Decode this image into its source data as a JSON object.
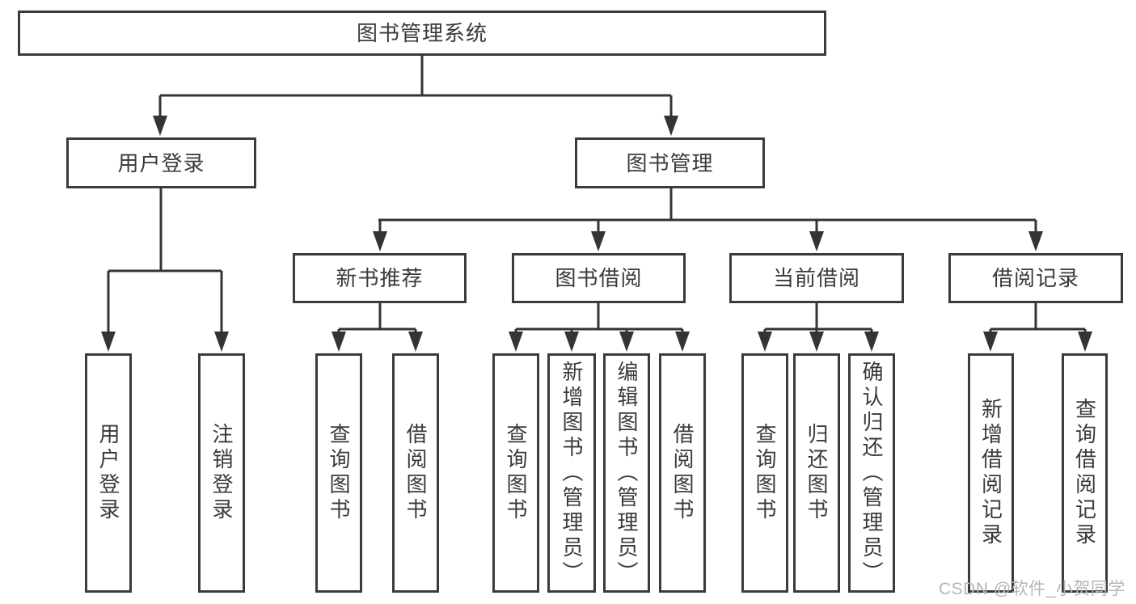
{
  "tree": {
    "root": {
      "label": "图书管理系统"
    },
    "branches": [
      {
        "label": "用户登录",
        "children": [
          {
            "label": "用户登录"
          },
          {
            "label": "注销登录"
          }
        ]
      },
      {
        "label": "图书管理",
        "sections": [
          {
            "label": "新书推荐",
            "children": [
              {
                "label": "查询图书"
              },
              {
                "label": "借阅图书"
              }
            ]
          },
          {
            "label": "图书借阅",
            "children": [
              {
                "label": "查询图书"
              },
              {
                "label": "新增图书（管理员）"
              },
              {
                "label": "编辑图书（管理员）"
              },
              {
                "label": "借阅图书"
              }
            ]
          },
          {
            "label": "当前借阅",
            "children": [
              {
                "label": "查询图书"
              },
              {
                "label": "归还图书"
              },
              {
                "label": "确认归还（管理员）"
              }
            ]
          },
          {
            "label": "借阅记录",
            "children": [
              {
                "label": "新增借阅记录"
              },
              {
                "label": "查询借阅记录"
              }
            ]
          }
        ]
      }
    ]
  },
  "watermark": "CSDN @软件_小贺同学",
  "colors": {
    "line": "#343434",
    "box_border": "#3b3b3b",
    "text": "#3a3a3a",
    "watermark": "#b5b5b5"
  }
}
